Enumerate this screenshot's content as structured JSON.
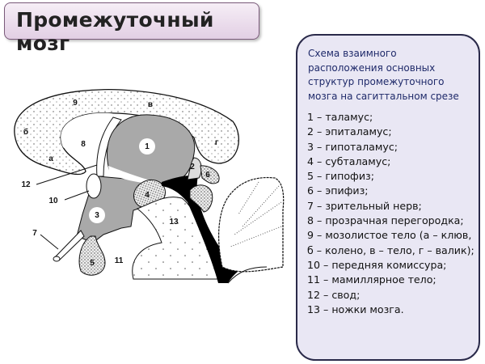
{
  "title": "Промежуточный мозг",
  "legend": {
    "caption": "Схема взаимного расположения основных структур промежуточного мозга на сагиттальном срезе",
    "items": [
      "1 – таламус;",
      "2 – эпиталамус;",
      "3 – гипоталамус;",
      "4 – субталамус;",
      "5 – гипофиз;",
      "6 – эпифиз;",
      "7 – зрительный нерв;",
      "8 – прозрачная перегородка;",
      "9 – мозолистое тело (а – клюв, б – колено, в – тело, г – валик);",
      "10 – передняя комиссура;",
      "11 – мамиллярное тело;",
      "12 – свод;",
      "13 – ножки мозга."
    ]
  },
  "diagram": {
    "labels": {
      "l1": "1",
      "l2": "2",
      "l3": "3",
      "l4": "4",
      "l5": "5",
      "l6": "6",
      "l7": "7",
      "l8": "8",
      "l9": "9",
      "l10": "10",
      "l11": "11",
      "l12": "12",
      "l13": "13",
      "la": "а",
      "lb": "б",
      "lv": "в",
      "lg": "г"
    },
    "colors": {
      "grey": "#a9a9a9",
      "black": "#000000",
      "stipple": "#ffffff"
    }
  }
}
